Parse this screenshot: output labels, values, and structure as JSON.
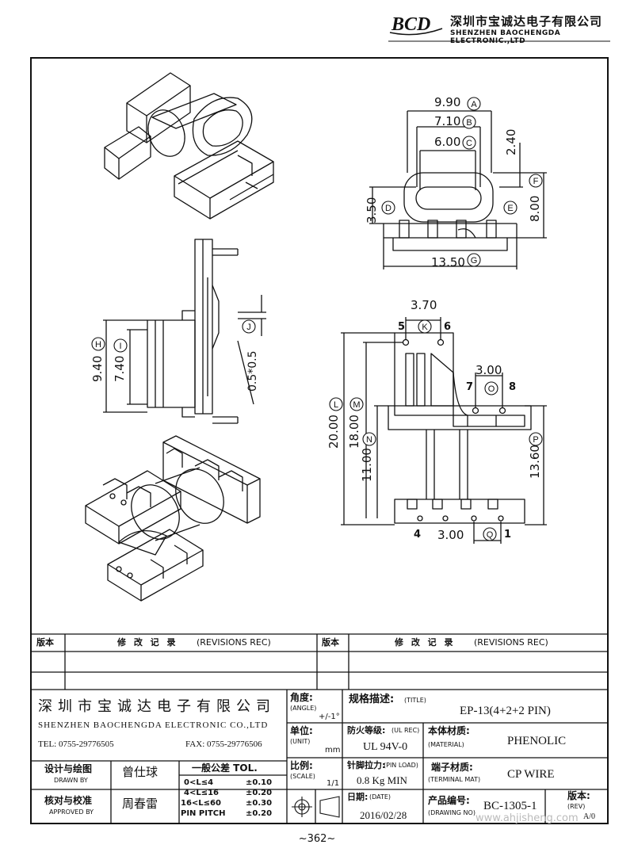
{
  "header": {
    "company_cn": "深圳市宝诚达电子有限公司",
    "company_en": "SHENZHEN BAOCHENGDA ELECTRONIC.,LTD",
    "logo_text": "BCD"
  },
  "dimensions": {
    "a": "9.90",
    "b": "7.10",
    "c": "6.00",
    "f_top": "2.40",
    "d": "3.50",
    "f": "8.00",
    "g": "13.50",
    "k": "3.70",
    "o": "3.00",
    "h": "9.40",
    "i": "7.40",
    "j": "0.5*0.5",
    "l": "20.00",
    "m": "18.00",
    "n": "11.00",
    "p": "13.60",
    "q": "3.00"
  },
  "markers": [
    "A",
    "B",
    "C",
    "D",
    "E",
    "F",
    "G",
    "H",
    "I",
    "J",
    "K",
    "L",
    "M",
    "N",
    "O",
    "P",
    "Q"
  ],
  "pins": {
    "p5": "5",
    "p6": "6",
    "p7": "7",
    "p8": "8",
    "p4": "4",
    "p1": "1"
  },
  "revisions": {
    "col_version": "版本",
    "col_record": "修 改 记 录",
    "col_record_en": "(REVISIONS REC)"
  },
  "title_block": {
    "company_cn": "深圳市宝诚达电子有限公司",
    "company_en": "SHENZHEN BAOCHENGDA ELECTRONIC CO.,LTD",
    "tel": "TEL: 0755-29776505",
    "fax": "FAX: 0755-29776506",
    "angle_label": "角度:",
    "angle_en": "(ANGLE)",
    "angle_value": "+/-1°",
    "unit_label": "单位:",
    "unit_en": "(UNIT)",
    "unit_value": "mm",
    "scale_label": "比例:",
    "scale_en": "(SCALE)",
    "scale_value": "1/1",
    "title_label": "规格描述:",
    "title_en": "(TITLE)",
    "title_value": "EP-13(4+2+2 PIN)",
    "ul_label": "防火等级:",
    "ul_en": "(UL REC)",
    "ul_value": "UL 94V-0",
    "material_label": "本体材质:",
    "material_en": "(MATERIAL)",
    "material_value": "PHENOLIC",
    "pinload_label": "针脚拉力:",
    "pinload_en": "(PIN LOAD)",
    "pinload_value": "0.8 Kg MIN",
    "terminal_label": "端子材质:",
    "terminal_en": "(TERMINAL MAT)",
    "terminal_value": "CP WIRE",
    "date_label": "日期:",
    "date_en": "(DATE)",
    "date_value": "2016/02/28",
    "drawno_label": "产品编号:",
    "drawno_en": "(DRAWING NO)",
    "drawno_value": "BC-1305-1",
    "rev_label": "版本:",
    "rev_en": "(REV)",
    "rev_value": "A/0",
    "drawn_label": "设计与绘图",
    "drawn_en": "DRAWN BY",
    "drawn_value": "曾仕球",
    "approved_label": "核对与校准",
    "approved_en": "APPROVED BY",
    "approved_value": "周春雷",
    "tol_title": "一般公差 TOL.",
    "tol_rows": [
      {
        "range": "0<L≤4",
        "value": "±0.10"
      },
      {
        "range": "4<L≤16",
        "value": "±0.20"
      },
      {
        "range": "16<L≤60",
        "value": "±0.30"
      },
      {
        "range": "PIN PITCH",
        "value": "±0.20"
      }
    ]
  },
  "watermark": "www.ahjisheng.com",
  "page_number": "~362~"
}
